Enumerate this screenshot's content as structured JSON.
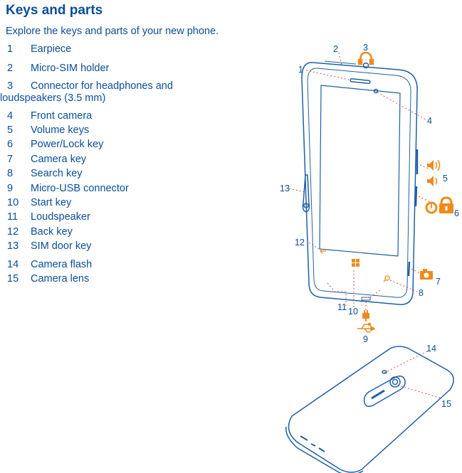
{
  "heading": "Keys and parts",
  "intro": "Explore the keys and parts of your new phone.",
  "parts": [
    {
      "num": "1",
      "label": "Earpiece"
    },
    {
      "num": "2",
      "label": "Micro-SIM holder"
    },
    {
      "num": "3",
      "label": "Connector for headphones and",
      "label_cont": "loudspeakers (3.5 mm)"
    },
    {
      "num": "4",
      "label": "Front camera"
    },
    {
      "num": "5",
      "label": "Volume keys"
    },
    {
      "num": "6",
      "label": "Power/Lock key"
    },
    {
      "num": "7",
      "label": "Camera key"
    },
    {
      "num": "8",
      "label": "Search key"
    },
    {
      "num": "9",
      "label": "Micro-USB connector"
    },
    {
      "num": "10",
      "label": "Start key"
    },
    {
      "num": "11",
      "label": "Loudspeaker"
    },
    {
      "num": "12",
      "label": "Back key"
    },
    {
      "num": "13",
      "label": "SIM door key"
    },
    {
      "num": "14",
      "label": "Camera flash"
    },
    {
      "num": "15",
      "label": "Camera lens"
    }
  ],
  "callouts": [
    "1",
    "2",
    "3",
    "4",
    "5",
    "6",
    "7",
    "8",
    "9",
    "10",
    "11",
    "12",
    "13",
    "14",
    "15"
  ],
  "colors": {
    "text": "#0a4d98",
    "outline": "#1f5fa6",
    "accent": "#f08a1c",
    "leader": "#e0503a"
  }
}
